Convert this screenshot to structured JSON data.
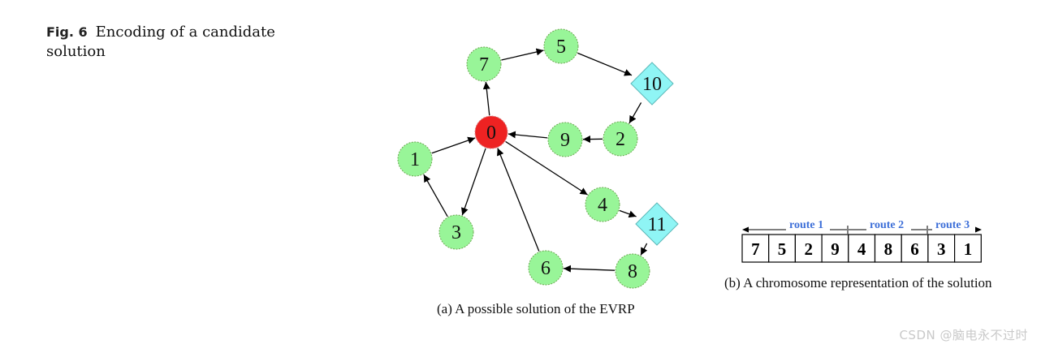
{
  "caption": {
    "label": "Fig. 6",
    "text": "Encoding of a candidate solution"
  },
  "graph": {
    "nodes": [
      {
        "id": "0",
        "kind": "depot"
      },
      {
        "id": "7",
        "kind": "customer"
      },
      {
        "id": "5",
        "kind": "customer"
      },
      {
        "id": "10",
        "kind": "station"
      },
      {
        "id": "2",
        "kind": "customer"
      },
      {
        "id": "9",
        "kind": "customer"
      },
      {
        "id": "1",
        "kind": "customer"
      },
      {
        "id": "3",
        "kind": "customer"
      },
      {
        "id": "4",
        "kind": "customer"
      },
      {
        "id": "11",
        "kind": "station"
      },
      {
        "id": "8",
        "kind": "customer"
      },
      {
        "id": "6",
        "kind": "customer"
      }
    ],
    "edges": [
      [
        "0",
        "7"
      ],
      [
        "7",
        "5"
      ],
      [
        "5",
        "10"
      ],
      [
        "10",
        "2"
      ],
      [
        "2",
        "9"
      ],
      [
        "9",
        "0"
      ],
      [
        "0",
        "4"
      ],
      [
        "4",
        "11"
      ],
      [
        "11",
        "8"
      ],
      [
        "8",
        "6"
      ],
      [
        "6",
        "0"
      ],
      [
        "0",
        "3"
      ],
      [
        "3",
        "1"
      ],
      [
        "1",
        "0"
      ]
    ],
    "colors": {
      "depot": "#ee2222",
      "customer": "#98f598",
      "station": "#8ff5f5",
      "outline": "#6aa84f"
    },
    "caption": "(a) A possible solution of the EVRP"
  },
  "chromosome": {
    "genes": [
      "7",
      "5",
      "2",
      "9",
      "4",
      "8",
      "6",
      "3",
      "1"
    ],
    "routes": [
      "route 1",
      "route 2",
      "route 3"
    ],
    "caption": "(b) A chromosome representation of the solution"
  },
  "watermark": "CSDN @脑电永不过时"
}
